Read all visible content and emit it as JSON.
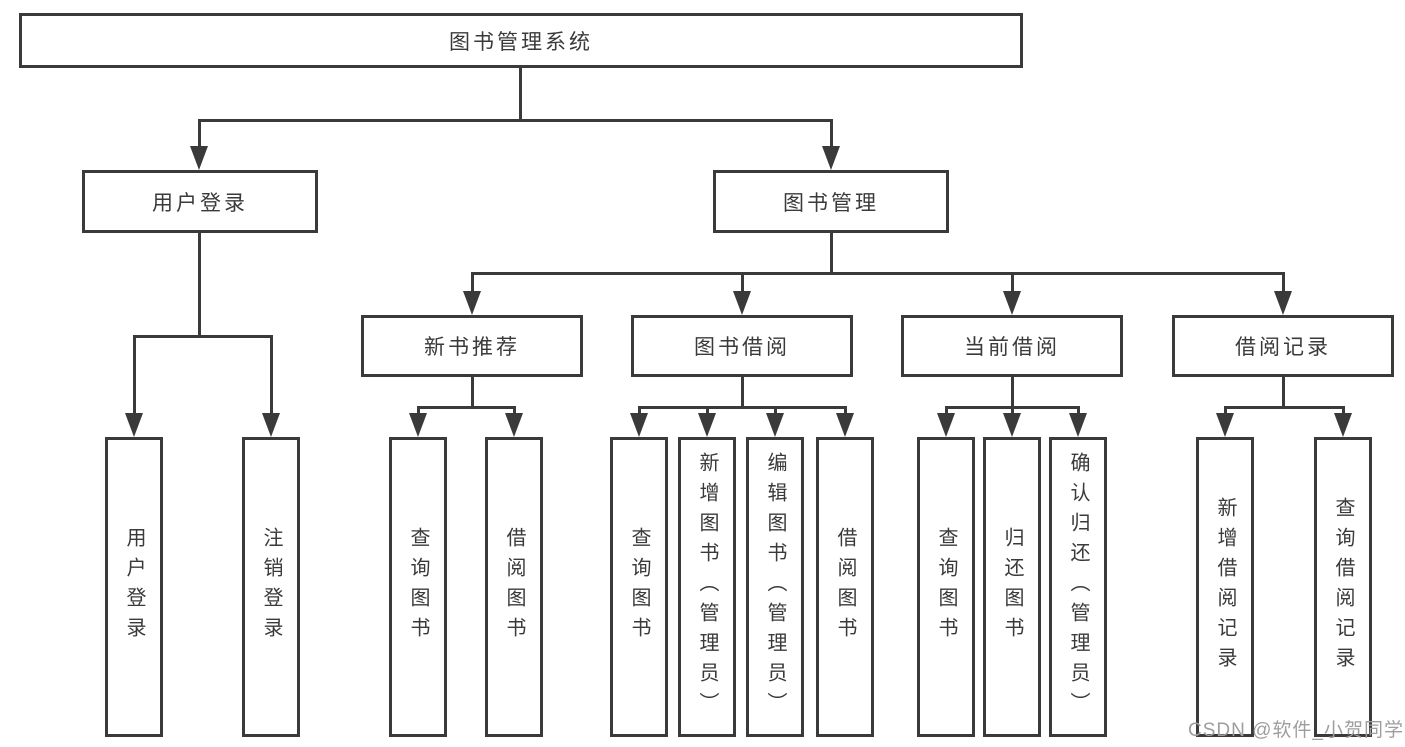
{
  "diagram": {
    "root": {
      "label": "图书管理系统",
      "children": [
        {
          "label": "用户登录",
          "children": [
            {
              "label": "用户登录"
            },
            {
              "label": "注销登录"
            }
          ]
        },
        {
          "label": "图书管理",
          "children": [
            {
              "label": "新书推荐",
              "children": [
                {
                  "label": "查询图书"
                },
                {
                  "label": "借阅图书"
                }
              ]
            },
            {
              "label": "图书借阅",
              "children": [
                {
                  "label": "查询图书"
                },
                {
                  "label": "新增图书（管理员）"
                },
                {
                  "label": "编辑图书（管理员）"
                },
                {
                  "label": "借阅图书"
                }
              ]
            },
            {
              "label": "当前借阅",
              "children": [
                {
                  "label": "查询图书"
                },
                {
                  "label": "归还图书"
                },
                {
                  "label": "确认归还（管理员）"
                }
              ]
            },
            {
              "label": "借阅记录",
              "children": [
                {
                  "label": "新增借阅记录"
                },
                {
                  "label": "查询借阅记录"
                }
              ]
            }
          ]
        }
      ]
    }
  },
  "watermark": {
    "text": "CSDN @软件_小贺同学"
  },
  "colors": {
    "line": "#3a3a3a",
    "text": "#3a3a3a",
    "watermark": "#9e9e9e",
    "background": "#ffffff"
  }
}
